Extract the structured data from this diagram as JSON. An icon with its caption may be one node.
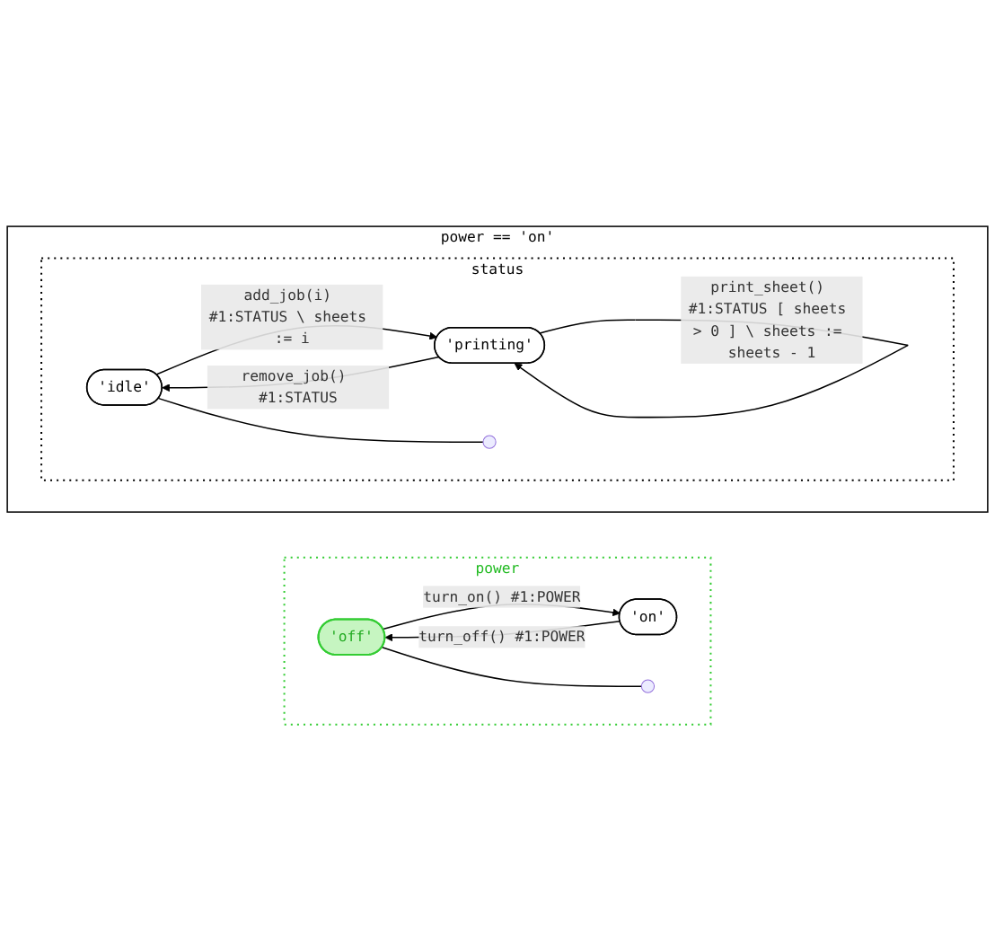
{
  "diagram": {
    "nodes": [
      {
        "text": [
          "power"
        ]
      },
      {
        "text": [
          "'off'"
        ],
        "in": 0
      },
      {
        "text": [
          "'on'"
        ],
        "in": 0
      },
      {
        "text": [],
        "shape": "circle",
        "in": 0
      },
      {
        "text": [
          "power == 'on'"
        ]
      },
      {
        "text": [
          "status"
        ],
        "in": 4
      },
      {
        "text": [
          "'idle'"
        ],
        "in": 5
      },
      {
        "text": [
          "'printing'"
        ],
        "in": 5
      },
      {
        "text": [],
        "shape": "circle",
        "in": 5
      }
    ],
    "edges": [
      {
        "from": 2,
        "to": 1,
        "arrow": "to",
        "label": "turn_off() #1:POWER"
      },
      {
        "from": 1,
        "to": 2,
        "arrow": "to",
        "label": "turn_on() #1:POWER"
      },
      {
        "from": 1,
        "to": 3,
        "arrow": "none"
      },
      {
        "from": 7,
        "to": 7,
        "arrow": "to",
        "label": "print_sheet() #1:STATUS [ sheets > 0 ] \\ sheets := sheets - 1"
      },
      {
        "from": 7,
        "to": 6,
        "arrow": "to",
        "label": "remove_job() #1:STATUS"
      },
      {
        "from": 6,
        "to": 7,
        "arrow": "to",
        "label": "add_job(i) #1:STATUS \\ sheets := i"
      },
      {
        "from": 6,
        "to": 8,
        "arrow": "none"
      }
    ]
  }
}
